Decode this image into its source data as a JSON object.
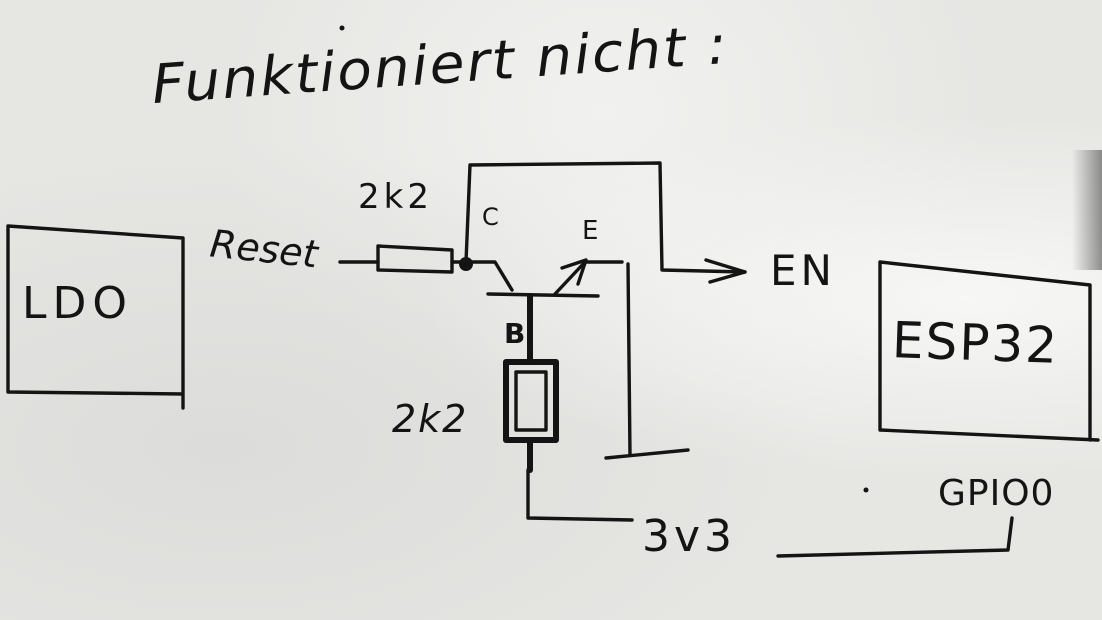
{
  "diagram": {
    "note": "Funktioniert nicht :",
    "components": {
      "ldo": "LDO",
      "esp32": "ESP32"
    },
    "nets": {
      "reset": "Reset",
      "enable": "EN",
      "supply": "3v3",
      "gpio": "GPIO0"
    },
    "transistor": {
      "collector": "C",
      "emitter": "E",
      "base": "B"
    },
    "resistors": {
      "collector_resistor": "2k2",
      "base_resistor": "2k2"
    },
    "ink_color": "#141414"
  }
}
